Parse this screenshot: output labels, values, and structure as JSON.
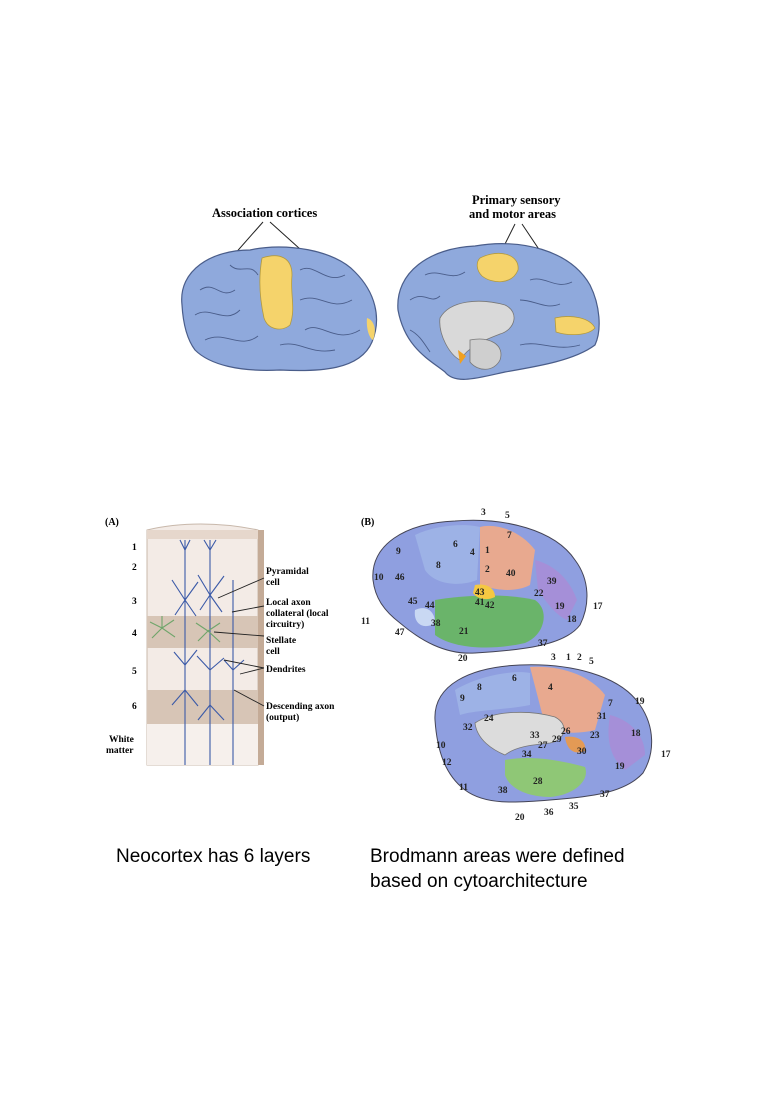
{
  "top_figure": {
    "association_label": "Association cortices",
    "primary_label_line1": "Primary sensory",
    "primary_label_line2": "and motor areas"
  },
  "panel_a": {
    "tag": "(A)",
    "layers": [
      "1",
      "2",
      "3",
      "4",
      "5",
      "6"
    ],
    "white_matter_line1": "White",
    "white_matter_line2": "matter",
    "labels": {
      "pyramidal_1": "Pyramidal",
      "pyramidal_2": "cell",
      "local_axon_1": "Local axon",
      "local_axon_2": "collateral (local",
      "local_axon_3": "circuitry)",
      "stellate_1": "Stellate",
      "stellate_2": "cell",
      "dendrites": "Dendrites",
      "descending_1": "Descending axon",
      "descending_2": "(output)"
    }
  },
  "panel_b": {
    "tag": "(B)",
    "lateral_numbers": [
      "3",
      "5",
      "1",
      "7",
      "9",
      "6",
      "4",
      "2",
      "40",
      "8",
      "39",
      "10",
      "46",
      "43",
      "41",
      "42",
      "22",
      "45",
      "44",
      "19",
      "18",
      "17",
      "11",
      "47",
      "38",
      "21",
      "37",
      "20"
    ],
    "medial_numbers": [
      "3",
      "1",
      "2",
      "5",
      "6",
      "4",
      "8",
      "9",
      "7",
      "19",
      "24",
      "31",
      "32",
      "26",
      "23",
      "10",
      "33",
      "29",
      "27",
      "30",
      "18",
      "17",
      "34",
      "12",
      "19",
      "28",
      "11",
      "38",
      "37",
      "35",
      "36",
      "20"
    ]
  },
  "captions": {
    "left": "Neocortex has 6 layers",
    "right_line1": "Brodmann areas were defined",
    "right_line2": "based on cytoarchitecture"
  },
  "colors": {
    "association": "#8fa9dc",
    "primary": "#f5d36b",
    "gray_matter": "#d9d9d9",
    "panel_bg": "#f3ebe6",
    "band": "#d7c5b6",
    "neuron": "#3b5aa8",
    "stellate": "#6fa56a"
  }
}
